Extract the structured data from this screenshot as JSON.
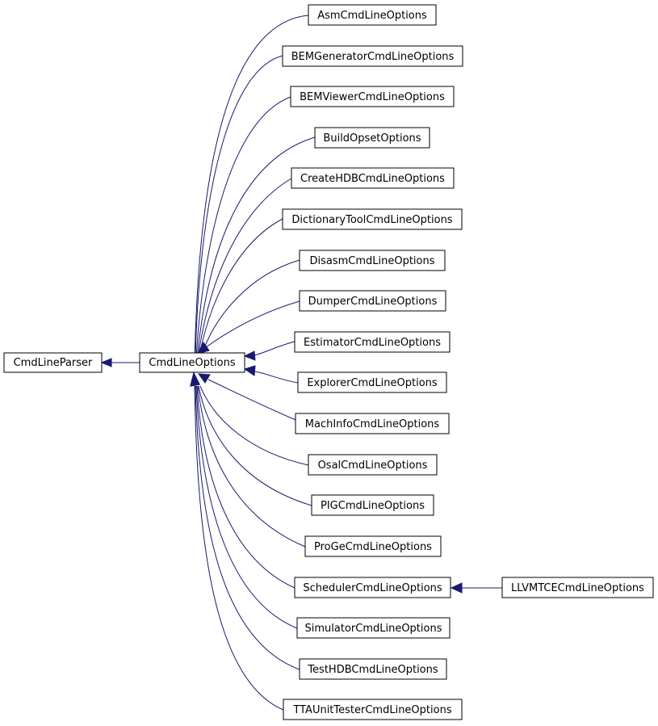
{
  "diagram": {
    "edge_color": "#191970",
    "nodes": [
      {
        "id": "cmdlineparser",
        "label": "CmdLineParser"
      },
      {
        "id": "cmdlineoptions",
        "label": "CmdLineOptions"
      },
      {
        "id": "asm",
        "label": "AsmCmdLineOptions"
      },
      {
        "id": "bemgen",
        "label": "BEMGeneratorCmdLineOptions"
      },
      {
        "id": "bemview",
        "label": "BEMViewerCmdLineOptions"
      },
      {
        "id": "buildopset",
        "label": "BuildOpsetOptions"
      },
      {
        "id": "createhdb",
        "label": "CreateHDBCmdLineOptions"
      },
      {
        "id": "dicttool",
        "label": "DictionaryToolCmdLineOptions"
      },
      {
        "id": "disasm",
        "label": "DisasmCmdLineOptions"
      },
      {
        "id": "dumper",
        "label": "DumperCmdLineOptions"
      },
      {
        "id": "estimator",
        "label": "EstimatorCmdLineOptions"
      },
      {
        "id": "explorer",
        "label": "ExplorerCmdLineOptions"
      },
      {
        "id": "machinfo",
        "label": "MachInfoCmdLineOptions"
      },
      {
        "id": "osal",
        "label": "OsalCmdLineOptions"
      },
      {
        "id": "pig",
        "label": "PIGCmdLineOptions"
      },
      {
        "id": "proge",
        "label": "ProGeCmdLineOptions"
      },
      {
        "id": "scheduler",
        "label": "SchedulerCmdLineOptions"
      },
      {
        "id": "simulator",
        "label": "SimulatorCmdLineOptions"
      },
      {
        "id": "testhdb",
        "label": "TestHDBCmdLineOptions"
      },
      {
        "id": "ttaunit",
        "label": "TTAUnitTesterCmdLineOptions"
      },
      {
        "id": "llvmtce",
        "label": "LLVMTCECmdLineOptions"
      }
    ],
    "edges": [
      {
        "from": "cmdlineoptions",
        "to": "cmdlineparser"
      },
      {
        "from": "asm",
        "to": "cmdlineoptions"
      },
      {
        "from": "bemgen",
        "to": "cmdlineoptions"
      },
      {
        "from": "bemview",
        "to": "cmdlineoptions"
      },
      {
        "from": "buildopset",
        "to": "cmdlineoptions"
      },
      {
        "from": "createhdb",
        "to": "cmdlineoptions"
      },
      {
        "from": "dicttool",
        "to": "cmdlineoptions"
      },
      {
        "from": "disasm",
        "to": "cmdlineoptions"
      },
      {
        "from": "dumper",
        "to": "cmdlineoptions"
      },
      {
        "from": "estimator",
        "to": "cmdlineoptions"
      },
      {
        "from": "explorer",
        "to": "cmdlineoptions"
      },
      {
        "from": "machinfo",
        "to": "cmdlineoptions"
      },
      {
        "from": "osal",
        "to": "cmdlineoptions"
      },
      {
        "from": "pig",
        "to": "cmdlineoptions"
      },
      {
        "from": "proge",
        "to": "cmdlineoptions"
      },
      {
        "from": "scheduler",
        "to": "cmdlineoptions"
      },
      {
        "from": "simulator",
        "to": "cmdlineoptions"
      },
      {
        "from": "testhdb",
        "to": "cmdlineoptions"
      },
      {
        "from": "ttaunit",
        "to": "cmdlineoptions"
      },
      {
        "from": "llvmtce",
        "to": "scheduler"
      }
    ]
  }
}
